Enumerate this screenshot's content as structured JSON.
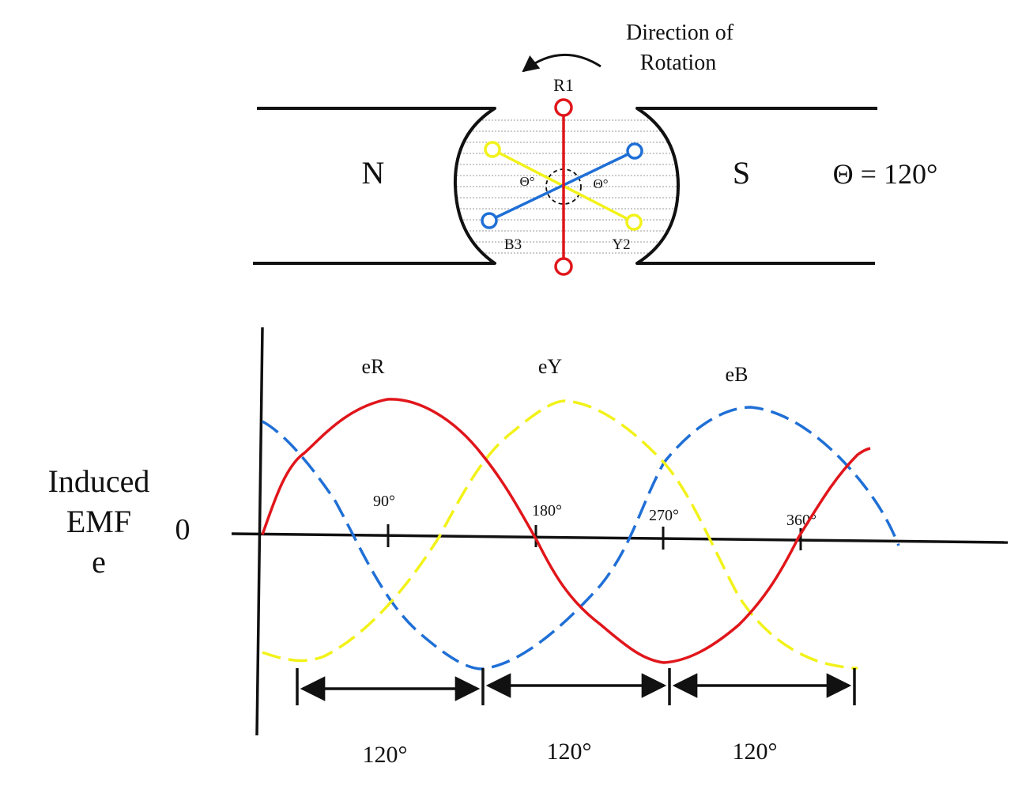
{
  "machine": {
    "rotation_label_line1": "Direction of",
    "rotation_label_line2": "Rotation",
    "north_pole": "N",
    "south_pole": "S",
    "theta_label": "Θ = 120°",
    "coil_r": "R1",
    "coil_y": "Y2",
    "coil_b": "B3",
    "angle_left": "Θ°",
    "angle_right": "Θ°",
    "colors": {
      "red": "#e0161b",
      "yellow": "#f2f21a",
      "blue": "#1f6fd6"
    }
  },
  "plot": {
    "y_label_line1": "Induced",
    "y_label_line2": "EMF",
    "y_label_line3": "e",
    "zero_label": "0",
    "tick_labels": [
      "90°",
      "180°",
      "270°",
      "360°"
    ],
    "series_labels": [
      "eR",
      "eY",
      "eB"
    ],
    "phase_labels": [
      "120°",
      "120°",
      "120°"
    ]
  }
}
